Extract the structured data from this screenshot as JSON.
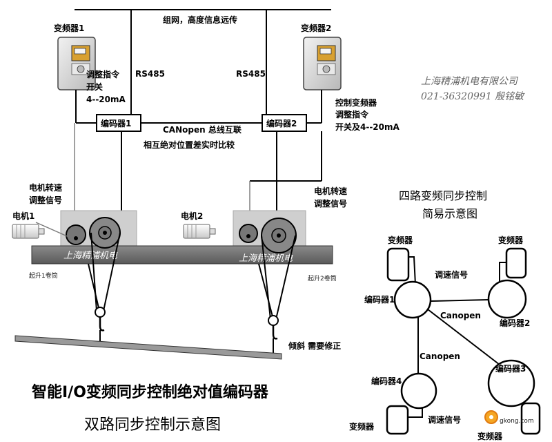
{
  "top_network": "组网，高度信息远传",
  "vfd1": {
    "title": "变频器1",
    "cmd": "调整指令",
    "switch": "开关",
    "current": "4--20mA"
  },
  "vfd2": {
    "title": "变频器2",
    "cmd1": "控制变频器",
    "cmd2": "调整指令",
    "cmd3": "开关及4--20mA"
  },
  "rs485_left": "RS485",
  "rs485_right": "RS485",
  "company": {
    "name": "上海精浦机电有限公司",
    "contact": "021-36320991   殷铭敏"
  },
  "encoder1": "编码器1",
  "encoder2": "编码器2",
  "canopen": {
    "line1": "CANopen 总线互联",
    "line2": "相互绝对位置差实时比较"
  },
  "speed_signal_left": {
    "line1": "电机转速",
    "line2": "调整信号"
  },
  "speed_signal_right": {
    "line1": "电机转速",
    "line2": "调整信号"
  },
  "motor1": "电机1",
  "motor2": "电机2",
  "belt_watermark": "上海精浦机电",
  "drum1": "起升1卷筒",
  "drum2": "起升2卷筒",
  "tilt_note": "倾斜  需要修正",
  "main_title_line1": "智能I/O变频同步控制绝对值编码器",
  "main_title_line2": "双路同步控制示意图",
  "four_way": {
    "title_line1": "四路变频同步控制",
    "title_line2": "简易示意图",
    "vfd_tl": "变频器",
    "vfd_tr": "变频器",
    "vfd_bl": "变频器",
    "vfd_br": "变频器",
    "enc1": "编码器1",
    "enc2": "编码器2",
    "enc3": "编码器3",
    "enc4": "编码器4",
    "speed_signal_top": "调速信号",
    "speed_signal_bottom": "调速信号",
    "canopen_right": "Canopen",
    "canopen_left": "Canopen"
  },
  "logo_text": "gkong.com"
}
